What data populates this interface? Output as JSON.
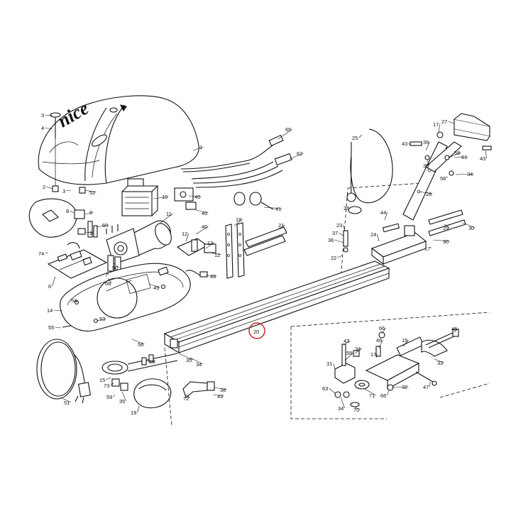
{
  "brand": {
    "logo_text": "nice"
  },
  "highlight": {
    "part": "20",
    "color": "#d0202a"
  },
  "callouts": [
    {
      "id": "c-3a",
      "label": "3"
    },
    {
      "id": "c-4",
      "label": "4"
    },
    {
      "id": "c-65",
      "label": "65"
    },
    {
      "id": "c-1",
      "label": "1"
    },
    {
      "id": "c-62",
      "label": "62"
    },
    {
      "id": "c-2",
      "label": "2"
    },
    {
      "id": "c-3b",
      "label": "3"
    },
    {
      "id": "c-52",
      "label": "52"
    },
    {
      "id": "c-10",
      "label": "10"
    },
    {
      "id": "c-40a",
      "label": "40"
    },
    {
      "id": "c-40b",
      "label": "40"
    },
    {
      "id": "c-41",
      "label": "41"
    },
    {
      "id": "c-8",
      "label": "8"
    },
    {
      "id": "c-9a",
      "label": "9"
    },
    {
      "id": "c-9b",
      "label": "9"
    },
    {
      "id": "c-60",
      "label": "60"
    },
    {
      "id": "c-11",
      "label": "11"
    },
    {
      "id": "c-12a",
      "label": "12"
    },
    {
      "id": "c-40c",
      "label": "40"
    },
    {
      "id": "c-18",
      "label": "18"
    },
    {
      "id": "c-21",
      "label": "21"
    },
    {
      "id": "c-74",
      "label": "74"
    },
    {
      "id": "c-13",
      "label": "13"
    },
    {
      "id": "c-12b",
      "label": "12"
    },
    {
      "id": "c-50",
      "label": "50"
    },
    {
      "id": "c-7",
      "label": "7"
    },
    {
      "id": "c-48",
      "label": "48"
    },
    {
      "id": "c-6",
      "label": "6"
    },
    {
      "id": "c-68",
      "label": "68"
    },
    {
      "id": "c-49",
      "label": "49"
    },
    {
      "id": "c-14",
      "label": "14"
    },
    {
      "id": "c-54",
      "label": "54"
    },
    {
      "id": "c-53",
      "label": "53"
    },
    {
      "id": "c-55",
      "label": "55"
    },
    {
      "id": "c-56",
      "label": "56"
    },
    {
      "id": "c-25",
      "label": "25"
    },
    {
      "id": "c-27",
      "label": "27"
    },
    {
      "id": "c-17a",
      "label": "17"
    },
    {
      "id": "c-43a",
      "label": "43"
    },
    {
      "id": "c-39a",
      "label": "39"
    },
    {
      "id": "c-39b",
      "label": "39"
    },
    {
      "id": "c-58a",
      "label": "58"
    },
    {
      "id": "c-61",
      "label": "61"
    },
    {
      "id": "c-43b",
      "label": "43"
    },
    {
      "id": "c-58b",
      "label": "58"
    },
    {
      "id": "c-34a",
      "label": "34"
    },
    {
      "id": "c-28",
      "label": "28"
    },
    {
      "id": "c-26",
      "label": "26"
    },
    {
      "id": "c-44",
      "label": "44"
    },
    {
      "id": "c-23",
      "label": "23"
    },
    {
      "id": "c-37",
      "label": "37"
    },
    {
      "id": "c-36",
      "label": "36"
    },
    {
      "id": "c-24",
      "label": "24"
    },
    {
      "id": "c-29",
      "label": "29"
    },
    {
      "id": "c-30a",
      "label": "30"
    },
    {
      "id": "c-30b",
      "label": "30"
    },
    {
      "id": "c-17b",
      "label": "17"
    },
    {
      "id": "c-22",
      "label": "22"
    },
    {
      "id": "c-20",
      "label": "20"
    },
    {
      "id": "c-66a",
      "label": "66"
    },
    {
      "id": "c-46",
      "label": "46"
    },
    {
      "id": "c-15",
      "label": "15"
    },
    {
      "id": "c-45",
      "label": "45"
    },
    {
      "id": "c-43c",
      "label": "43"
    },
    {
      "id": "c-58c",
      "label": "58"
    },
    {
      "id": "c-34b",
      "label": "34"
    },
    {
      "id": "c-17c",
      "label": "17"
    },
    {
      "id": "c-31",
      "label": "31"
    },
    {
      "id": "c-33",
      "label": "33"
    },
    {
      "id": "c-32",
      "label": "32"
    },
    {
      "id": "c-47",
      "label": "47"
    },
    {
      "id": "c-63",
      "label": "63"
    },
    {
      "id": "c-71",
      "label": "71"
    },
    {
      "id": "c-66b",
      "label": "66"
    },
    {
      "id": "c-34c",
      "label": "34"
    },
    {
      "id": "c-70",
      "label": "70"
    },
    {
      "id": "c-16",
      "label": "16"
    },
    {
      "id": "c-35a",
      "label": "35"
    },
    {
      "id": "c-34d",
      "label": "34"
    },
    {
      "id": "c-15b",
      "label": "15"
    },
    {
      "id": "c-73",
      "label": "73"
    },
    {
      "id": "c-59",
      "label": "59"
    },
    {
      "id": "c-35b",
      "label": "35"
    },
    {
      "id": "c-72",
      "label": "72"
    },
    {
      "id": "c-38",
      "label": "38"
    },
    {
      "id": "c-43d",
      "label": "43"
    },
    {
      "id": "c-19",
      "label": "19"
    },
    {
      "id": "c-51",
      "label": "51"
    }
  ]
}
